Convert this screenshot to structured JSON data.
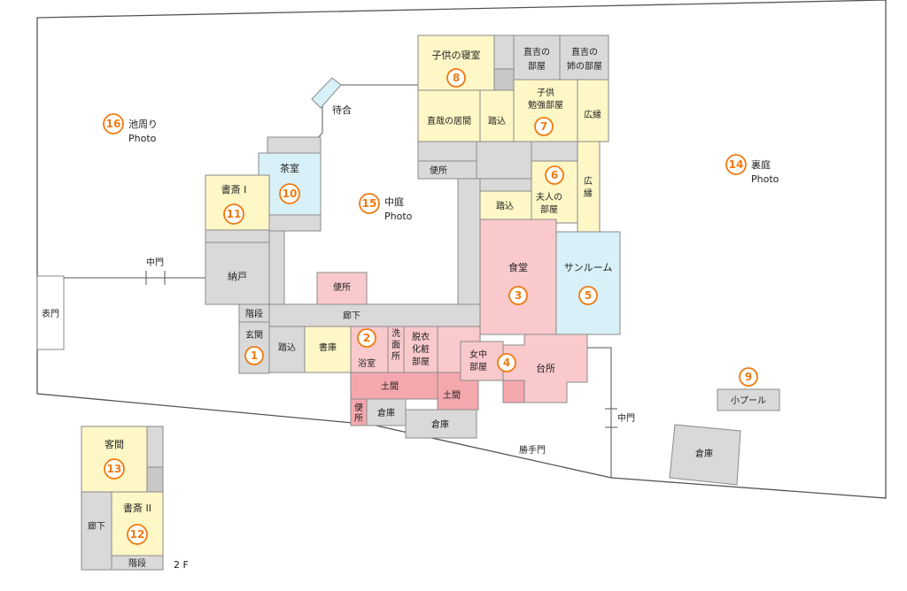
{
  "rooms": {
    "kodomo_shinshitsu": "子供の寝室",
    "naokichi_heya_1": "直吉の",
    "naokichi_heya_2": "部屋",
    "ane_heya_1": "直吉の",
    "ane_heya_2": "姉の部屋",
    "kodomo_benkyo_1": "子供",
    "kodomo_benkyo_2": "勉強部屋",
    "hiroen_top": "広縁",
    "naoya_kyoma": "直哉の居間",
    "fumikomi_top": "踏込",
    "machiai": "待合",
    "benjo_top": "便所",
    "fujin_heya_1": "夫人の",
    "fujin_heya_2": "部屋",
    "hiroen_right_1": "広",
    "hiroen_right_2": "縁",
    "fumikomi_mid": "踏込",
    "chashitsu": "茶室",
    "shosai_1": "書斎 I",
    "nakaniwa": "中庭",
    "nando": "納戸",
    "kaidan": "階段",
    "benjo_mid": "便所",
    "roka": "廊下",
    "shokudo": "食堂",
    "sunroom": "サンルーム",
    "genkan": "玄関",
    "fumikomi_low": "踏込",
    "shoko": "書庫",
    "yokushitsu": "浴室",
    "senmen_1": "洗",
    "senmen_2": "面",
    "senmen_3": "所",
    "datsui_1": "脱衣",
    "datsui_2": "化粧",
    "datsui_3": "部屋",
    "jochu_1": "女中",
    "jochu_2": "部屋",
    "daidokoro": "台所",
    "doma_1": "土間",
    "doma_2": "土間",
    "benjo_low_1": "便",
    "benjo_low_2": "所",
    "soko_1": "倉庫",
    "soko_2": "倉庫",
    "soko_3": "倉庫",
    "omotemon": "表門",
    "nakamon_left": "中門",
    "nakamon_right": "中門",
    "katteguchi": "勝手門",
    "ikemawari": "池周り",
    "uraniwa": "裏庭",
    "kopool": "小プール",
    "kyakuma": "客間",
    "shosai_2": "書斎 II",
    "roka_2f": "廊下",
    "kaidan_2f": "階段",
    "floor_2f": "2 F"
  },
  "markers": {
    "m1": "1",
    "m2": "2",
    "m3": "3",
    "m4": "4",
    "m5": "5",
    "m6": "6",
    "m7": "7",
    "m8": "8",
    "m9": "9",
    "m10": "10",
    "m11": "11",
    "m12": "12",
    "m13": "13",
    "m14": "14",
    "m15": "15",
    "m16": "16"
  },
  "photo_links": {
    "p14": "Photo",
    "p15": "Photo",
    "p16": "Photo"
  },
  "colors": {
    "private_room": "#fff7c6",
    "service": "#d9d9d9",
    "garden_room": "#d8f0f7",
    "water_kitchen": "#f9c9cc",
    "marker": "#f07a10"
  }
}
